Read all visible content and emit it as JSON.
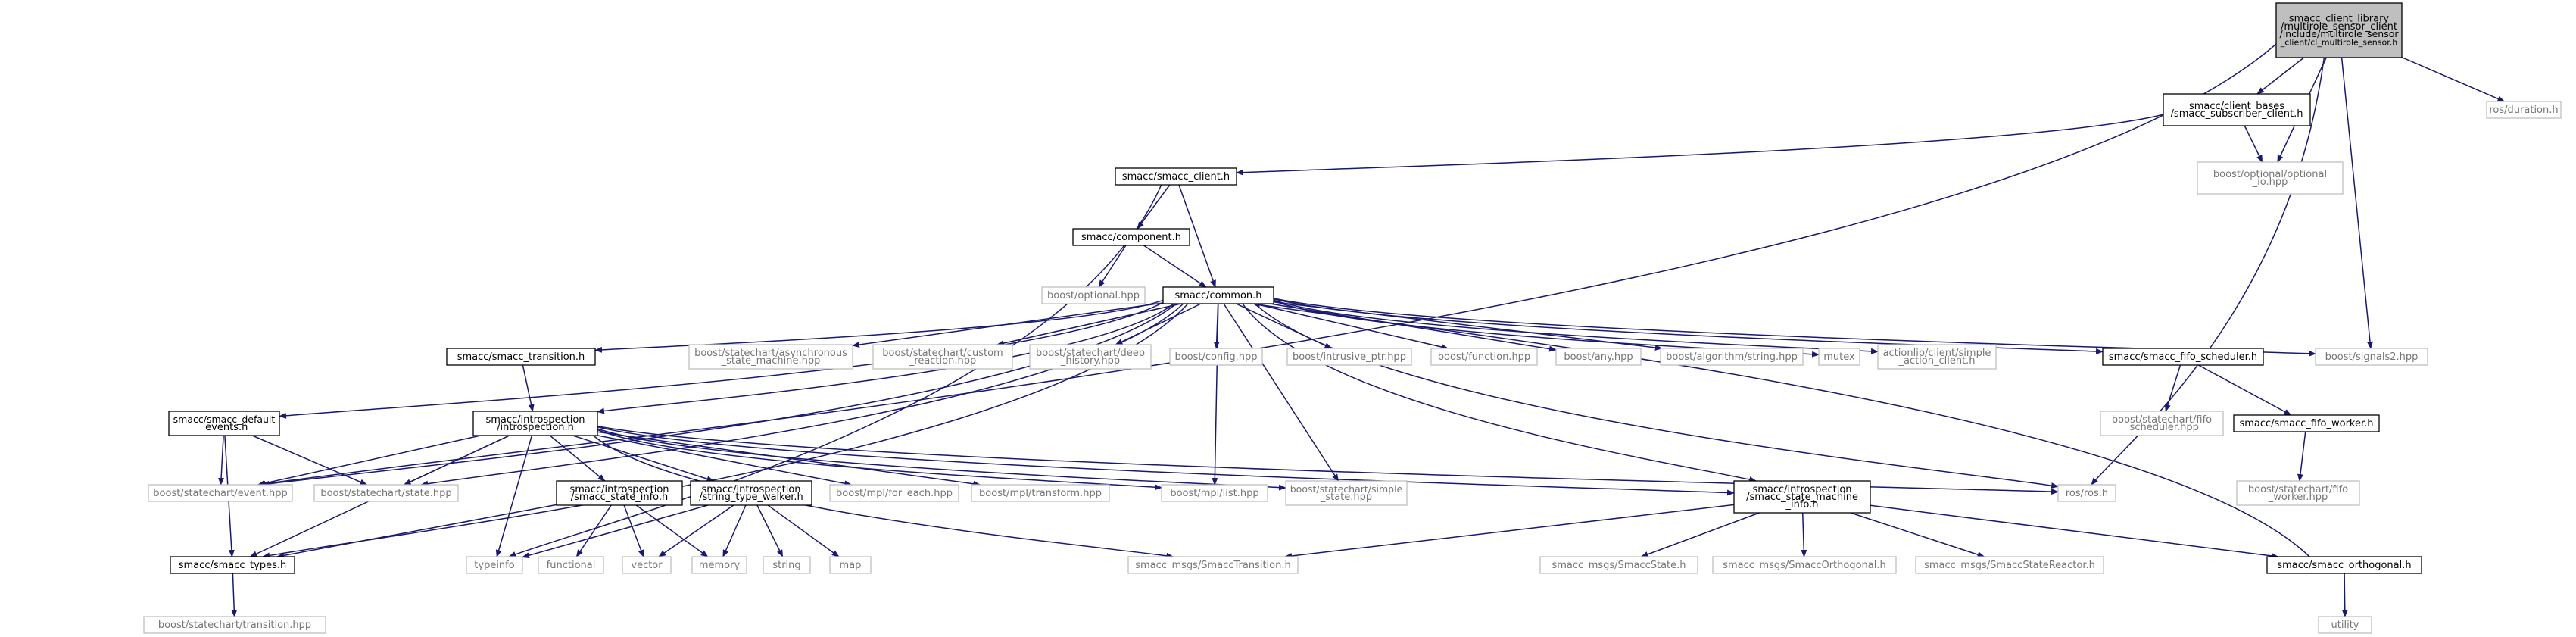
{
  "diagram": {
    "nodes": [
      {
        "id": "root",
        "lines": [
          "smacc_client_library",
          "/multirole_sensor_client",
          "/include/multirole_sensor",
          "_client/cl_multirole_sensor.h"
        ],
        "style": "root"
      },
      {
        "id": "subscriber",
        "lines": [
          "smacc/client_bases",
          "/smacc_subscriber_client.h"
        ],
        "style": "documented"
      },
      {
        "id": "optional_io",
        "lines": [
          "boost/optional/optional",
          "_io.hpp"
        ],
        "style": "external"
      },
      {
        "id": "ros_duration",
        "lines": [
          "ros/duration.h"
        ],
        "style": "external"
      },
      {
        "id": "client",
        "lines": [
          "smacc/smacc_client.h"
        ],
        "style": "documented"
      },
      {
        "id": "component",
        "lines": [
          "smacc/component.h"
        ],
        "style": "documented"
      },
      {
        "id": "boost_optional",
        "lines": [
          "boost/optional.hpp"
        ],
        "style": "external"
      },
      {
        "id": "common",
        "lines": [
          "smacc/common.h"
        ],
        "style": "documented"
      },
      {
        "id": "transition",
        "lines": [
          "smacc/smacc_transition.h"
        ],
        "style": "documented"
      },
      {
        "id": "async_sm",
        "lines": [
          "boost/statechart/asynchronous",
          "_state_machine.hpp"
        ],
        "style": "external"
      },
      {
        "id": "custom_reaction",
        "lines": [
          "boost/statechart/custom",
          "_reaction.hpp"
        ],
        "style": "external"
      },
      {
        "id": "deep_history",
        "lines": [
          "boost/statechart/deep",
          "_history.hpp"
        ],
        "style": "external"
      },
      {
        "id": "config",
        "lines": [
          "boost/config.hpp"
        ],
        "style": "external"
      },
      {
        "id": "intrusive",
        "lines": [
          "boost/intrusive_ptr.hpp"
        ],
        "style": "external"
      },
      {
        "id": "function",
        "lines": [
          "boost/function.hpp"
        ],
        "style": "external"
      },
      {
        "id": "any",
        "lines": [
          "boost/any.hpp"
        ],
        "style": "external"
      },
      {
        "id": "algostring",
        "lines": [
          "boost/algorithm/string.hpp"
        ],
        "style": "external"
      },
      {
        "id": "mutex",
        "lines": [
          "mutex"
        ],
        "style": "external"
      },
      {
        "id": "actionlib",
        "lines": [
          "actionlib/client/simple",
          "_action_client.h"
        ],
        "style": "external"
      },
      {
        "id": "fifo_scheduler",
        "lines": [
          "smacc/smacc_fifo_scheduler.h"
        ],
        "style": "documented"
      },
      {
        "id": "signals2",
        "lines": [
          "boost/signals2.hpp"
        ],
        "style": "external"
      },
      {
        "id": "default_events",
        "lines": [
          "smacc/smacc_default",
          "_events.h"
        ],
        "style": "documented"
      },
      {
        "id": "introspection",
        "lines": [
          "smacc/introspection",
          "/introspection.h"
        ],
        "style": "documented"
      },
      {
        "id": "sc_fifo_scheduler",
        "lines": [
          "boost/statechart/fifo",
          "_scheduler.hpp"
        ],
        "style": "external"
      },
      {
        "id": "fifo_worker",
        "lines": [
          "smacc/smacc_fifo_worker.h"
        ],
        "style": "documented"
      },
      {
        "id": "event",
        "lines": [
          "boost/statechart/event.hpp"
        ],
        "style": "external"
      },
      {
        "id": "state",
        "lines": [
          "boost/statechart/state.hpp"
        ],
        "style": "external"
      },
      {
        "id": "state_info",
        "lines": [
          "smacc/introspection",
          "/smacc_state_info.h"
        ],
        "style": "documented"
      },
      {
        "id": "type_walker",
        "lines": [
          "smacc/introspection",
          "/string_type_walker.h"
        ],
        "style": "documented"
      },
      {
        "id": "for_each",
        "lines": [
          "boost/mpl/for_each.hpp"
        ],
        "style": "external"
      },
      {
        "id": "mpl_transform",
        "lines": [
          "boost/mpl/transform.hpp"
        ],
        "style": "external"
      },
      {
        "id": "mpl_list",
        "lines": [
          "boost/mpl/list.hpp"
        ],
        "style": "external"
      },
      {
        "id": "simple_state",
        "lines": [
          "boost/statechart/simple",
          "_state.hpp"
        ],
        "style": "external"
      },
      {
        "id": "sm_info",
        "lines": [
          "smacc/introspection",
          "/smacc_state_machine",
          "_info.h"
        ],
        "style": "documented"
      },
      {
        "id": "ros_h",
        "lines": [
          "ros/ros.h"
        ],
        "style": "external"
      },
      {
        "id": "sc_fifo_worker",
        "lines": [
          "boost/statechart/fifo",
          "_worker.hpp"
        ],
        "style": "external"
      },
      {
        "id": "types",
        "lines": [
          "smacc/smacc_types.h"
        ],
        "style": "documented"
      },
      {
        "id": "typeinfo",
        "lines": [
          "typeinfo"
        ],
        "style": "external"
      },
      {
        "id": "functional",
        "lines": [
          "functional"
        ],
        "style": "external"
      },
      {
        "id": "vector",
        "lines": [
          "vector"
        ],
        "style": "external"
      },
      {
        "id": "memory",
        "lines": [
          "memory"
        ],
        "style": "external"
      },
      {
        "id": "string",
        "lines": [
          "string"
        ],
        "style": "external"
      },
      {
        "id": "map",
        "lines": [
          "map"
        ],
        "style": "external"
      },
      {
        "id": "msg_transition",
        "lines": [
          "smacc_msgs/SmaccTransition.h"
        ],
        "style": "external"
      },
      {
        "id": "msg_state",
        "lines": [
          "smacc_msgs/SmaccState.h"
        ],
        "style": "external"
      },
      {
        "id": "msg_orthogonal",
        "lines": [
          "smacc_msgs/SmaccOrthogonal.h"
        ],
        "style": "external"
      },
      {
        "id": "msg_reactor",
        "lines": [
          "smacc_msgs/SmaccStateReactor.h"
        ],
        "style": "external"
      },
      {
        "id": "orthogonal",
        "lines": [
          "smacc/smacc_orthogonal.h"
        ],
        "style": "documented"
      },
      {
        "id": "sc_transition",
        "lines": [
          "boost/statechart/transition.hpp"
        ],
        "style": "external"
      },
      {
        "id": "utility",
        "lines": [
          "utility"
        ],
        "style": "external"
      }
    ],
    "edges": [
      [
        "root",
        "subscriber"
      ],
      [
        "root",
        "optional_io"
      ],
      [
        "root",
        "ros_duration"
      ],
      [
        "root",
        "event"
      ],
      [
        "root",
        "signals2"
      ],
      [
        "root",
        "ros_h"
      ],
      [
        "subscriber",
        "client"
      ],
      [
        "subscriber",
        "optional_io"
      ],
      [
        "client",
        "component"
      ],
      [
        "client",
        "common"
      ],
      [
        "client",
        "typeinfo"
      ],
      [
        "component",
        "boost_optional"
      ],
      [
        "component",
        "common"
      ],
      [
        "common",
        "transition"
      ],
      [
        "common",
        "async_sm"
      ],
      [
        "common",
        "custom_reaction"
      ],
      [
        "common",
        "deep_history"
      ],
      [
        "common",
        "config"
      ],
      [
        "common",
        "intrusive"
      ],
      [
        "common",
        "function"
      ],
      [
        "common",
        "any"
      ],
      [
        "common",
        "algostring"
      ],
      [
        "common",
        "mutex"
      ],
      [
        "common",
        "actionlib"
      ],
      [
        "common",
        "fifo_scheduler"
      ],
      [
        "common",
        "signals2"
      ],
      [
        "common",
        "default_events"
      ],
      [
        "common",
        "introspection"
      ],
      [
        "common",
        "event"
      ],
      [
        "common",
        "state"
      ],
      [
        "common",
        "types"
      ],
      [
        "common",
        "ros_h"
      ],
      [
        "common",
        "simple_state"
      ],
      [
        "common",
        "sm_info"
      ],
      [
        "common",
        "mpl_list"
      ],
      [
        "transition",
        "introspection"
      ],
      [
        "fifo_scheduler",
        "sc_fifo_scheduler"
      ],
      [
        "fifo_scheduler",
        "fifo_worker"
      ],
      [
        "fifo_worker",
        "sc_fifo_worker"
      ],
      [
        "default_events",
        "event"
      ],
      [
        "default_events",
        "state"
      ],
      [
        "default_events",
        "types"
      ],
      [
        "introspection",
        "event"
      ],
      [
        "introspection",
        "state"
      ],
      [
        "introspection",
        "state_info"
      ],
      [
        "introspection",
        "type_walker"
      ],
      [
        "introspection",
        "for_each"
      ],
      [
        "introspection",
        "mpl_transform"
      ],
      [
        "introspection",
        "mpl_list"
      ],
      [
        "introspection",
        "simple_state"
      ],
      [
        "introspection",
        "sm_info"
      ],
      [
        "introspection",
        "ros_h"
      ],
      [
        "introspection",
        "typeinfo"
      ],
      [
        "introspection",
        "types"
      ],
      [
        "introspection",
        "msg_transition"
      ],
      [
        "state_info",
        "types"
      ],
      [
        "state_info",
        "functional"
      ],
      [
        "state_info",
        "vector"
      ],
      [
        "state_info",
        "memory"
      ],
      [
        "type_walker",
        "typeinfo"
      ],
      [
        "type_walker",
        "vector"
      ],
      [
        "type_walker",
        "memory"
      ],
      [
        "type_walker",
        "string"
      ],
      [
        "type_walker",
        "map"
      ],
      [
        "sm_info",
        "msg_transition"
      ],
      [
        "sm_info",
        "msg_state"
      ],
      [
        "sm_info",
        "msg_orthogonal"
      ],
      [
        "sm_info",
        "msg_reactor"
      ],
      [
        "sm_info",
        "orthogonal"
      ],
      [
        "orthogonal",
        "common"
      ],
      [
        "orthogonal",
        "utility"
      ],
      [
        "types",
        "sc_transition"
      ]
    ]
  },
  "colors": {
    "edge": "#191970",
    "root_fill": "#bfbfbf",
    "documented_border": "#000000",
    "external_border": "#bfbfbf",
    "documented_text": "#000000",
    "external_text": "#757575"
  }
}
